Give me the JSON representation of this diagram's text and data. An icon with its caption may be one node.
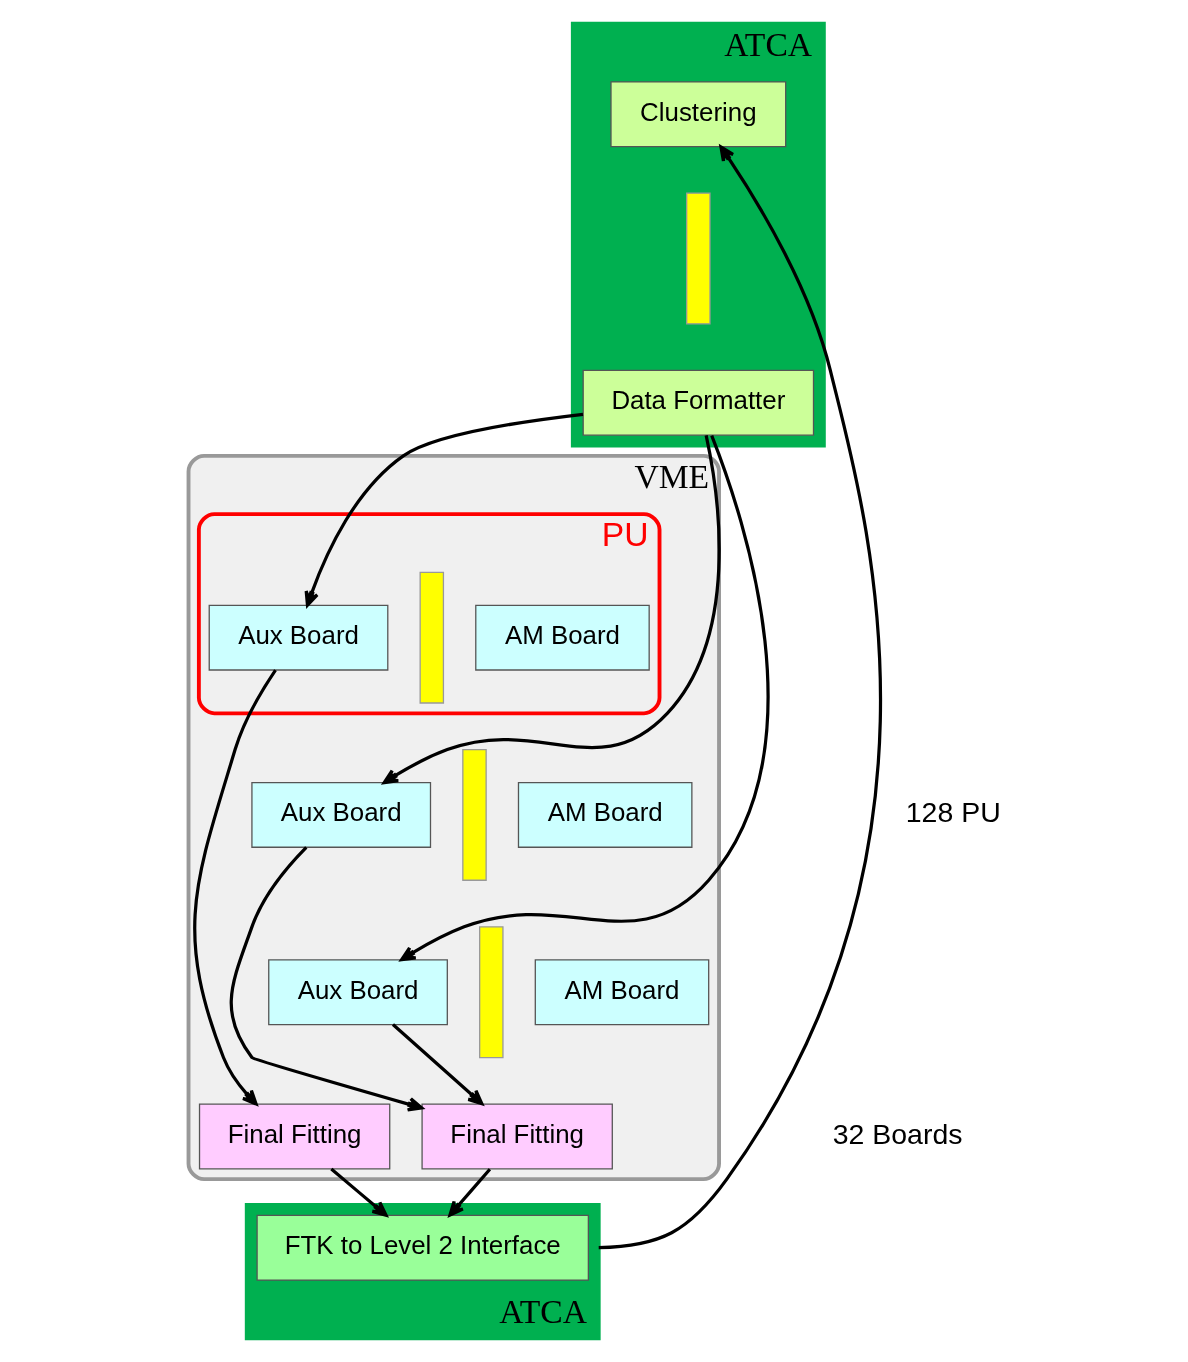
{
  "diagram": {
    "nodes": [
      {
        "text": [
          "ATCA"
        ]
      },
      {
        "text": [
          "Clustering"
        ],
        "in": 0
      },
      {
        "text": [],
        "shape": "bar",
        "in": 0
      },
      {
        "text": [
          "Data Formatter"
        ],
        "in": 0
      },
      {
        "text": [
          "VME"
        ]
      },
      {
        "text": [
          "PU"
        ],
        "in": 4
      },
      {
        "text": [
          "Aux Board"
        ],
        "in": 5
      },
      {
        "text": [],
        "shape": "bar",
        "in": 5
      },
      {
        "text": [
          "AM Board"
        ],
        "in": 5
      },
      {
        "text": [
          "Aux Board"
        ],
        "in": 4
      },
      {
        "text": [],
        "shape": "bar",
        "in": 4
      },
      {
        "text": [
          "AM Board"
        ],
        "in": 4
      },
      {
        "text": [
          "Aux Board"
        ],
        "in": 4
      },
      {
        "text": [],
        "shape": "bar",
        "in": 4
      },
      {
        "text": [
          "AM Board"
        ],
        "in": 4
      },
      {
        "text": [
          "Final Fitting"
        ],
        "in": 4
      },
      {
        "text": [
          "Final Fitting"
        ],
        "in": 4
      },
      {
        "text": [
          "ATCA"
        ]
      },
      {
        "text": [
          "FTK to Level 2 Interface"
        ],
        "in": 17
      }
    ],
    "edges": [
      {
        "from": 17,
        "to": 1,
        "arrow": "to"
      },
      {
        "from": 3,
        "to": 6,
        "arrow": "to"
      },
      {
        "from": 3,
        "to": 9,
        "arrow": "to"
      },
      {
        "from": 3,
        "to": 12,
        "arrow": "to"
      },
      {
        "from": 6,
        "to": 15,
        "arrow": "to"
      },
      {
        "from": 9,
        "to": 16,
        "arrow": "to"
      },
      {
        "from": 12,
        "to": 16,
        "arrow": "to"
      },
      {
        "from": 15,
        "to": 18,
        "arrow": "to"
      },
      {
        "from": 16,
        "to": 18,
        "arrow": "to"
      }
    ],
    "labels": [
      "128 PU",
      "32 Boards"
    ]
  }
}
